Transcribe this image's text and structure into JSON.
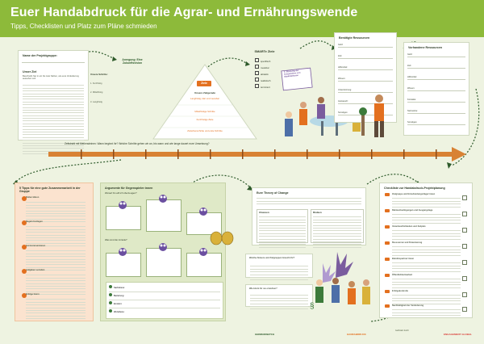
{
  "header": {
    "title": "Euer Handabdruck für die Agrar- und Ernährungswende",
    "subtitle": "Tipps, Checklisten und Platz zum Pläne schmieden"
  },
  "project_card": {
    "name_label": "Name der Projektgruppe:",
    "goal_label": "Unser Ziel",
    "goal_text": "Beschreibt hier in ein bis zwei Sätzen, wie eure Veränderung aussehen soll."
  },
  "pyramid": {
    "top_label": "Anregung: Eine Zukunftsvision",
    "mid_badge": "Ziele",
    "row1": "Unsere Zielgerade",
    "row2": "Langfristig, klar und messbar",
    "row3": "Mittelfristige Schritte",
    "row4": "Kurzfristige Ziele",
    "row5": "Zwischenschritte und erste Schritte",
    "list_header": "Unsere Schritte:",
    "list_items": [
      "1. Kurzfristig",
      "2. Mittelfristig",
      "3. Langfristig"
    ]
  },
  "smart": {
    "title": "SMARTe Ziele",
    "items": [
      "spezifisch",
      "messbar",
      "attraktiv",
      "realistisch",
      "terminiert"
    ]
  },
  "illustration_sign": "5. Stärkung der Kooperation von Marktakteuren",
  "resources_needed": {
    "title": "Benötigte Ressourcen",
    "fields": [
      "Geld:",
      "Zeit:",
      "Hilfsmittel:",
      "Wissen:",
      "Unterstützung:",
      "Austausch:",
      "Sonstiges:"
    ]
  },
  "resources_available": {
    "title": "Vorhandene Ressourcen",
    "fields": [
      "Geld:",
      "Zeit:",
      "Hilfsmittel:",
      "Wissen:",
      "Kontakte:",
      "Netzwerke:",
      "Sonstiges:"
    ]
  },
  "timeline": {
    "label": "Zeitstrahl mit Meilensteinen: Wann beginnt ihr? Welche Schritte gehen wir an, bis wann und wie lange dauert eure Umsetzung?"
  },
  "tips": {
    "title": "5 Tipps für eine gute Zusammenarbeit in der Gruppe",
    "items": [
      "Rollen klären",
      "Regeln festlegen",
      "Gut kommunizieren",
      "Aufgaben verteilen",
      "Erfolge feiern"
    ]
  },
  "arguments": {
    "title": "Argumente für Gegenspieler:innen",
    "question1": "Worauf hin will ich überzeugen?",
    "question2": "Was sind die Vorteile?",
    "legend_rows": [
      "Sachebene:",
      "Beziehung:",
      "Emotion:",
      "Wertebene:"
    ]
  },
  "theory": {
    "title": "Eure Theory of Change",
    "col1": "Chancen",
    "col2": "Risiken",
    "question1": "Welche Akteure und Zielgruppen braucht ihr?",
    "question2": "Wie könnt ihr sie erreichen?"
  },
  "checklist": {
    "title": "Checkliste zur Handabdruck-Projektplanung",
    "items": [
      "Zielgruppe und Entscheidungsträger:innen",
      "Rahmenbedingungen und Ausgangslage",
      "Verantwortlichkeiten und Zeitplan",
      "Ressourcen und Finanzierung",
      "Bündnispartner:innen",
      "Öffentlichkeitsarbeit",
      "Erfolgskontrolle",
      "Nachhaltigkeit der Veränderung"
    ]
  },
  "footer": {
    "logo1": "GERMANWATCH",
    "logo2": "HANDABDRUCK",
    "logo3": "Gefördert durch",
    "logo4": "ENGAGEMENT GLOBAL"
  },
  "colors": {
    "header_green": "#8dba3a",
    "accent_orange": "#e3701f",
    "dark_green": "#2d5a2a",
    "background": "#eef3e1"
  }
}
